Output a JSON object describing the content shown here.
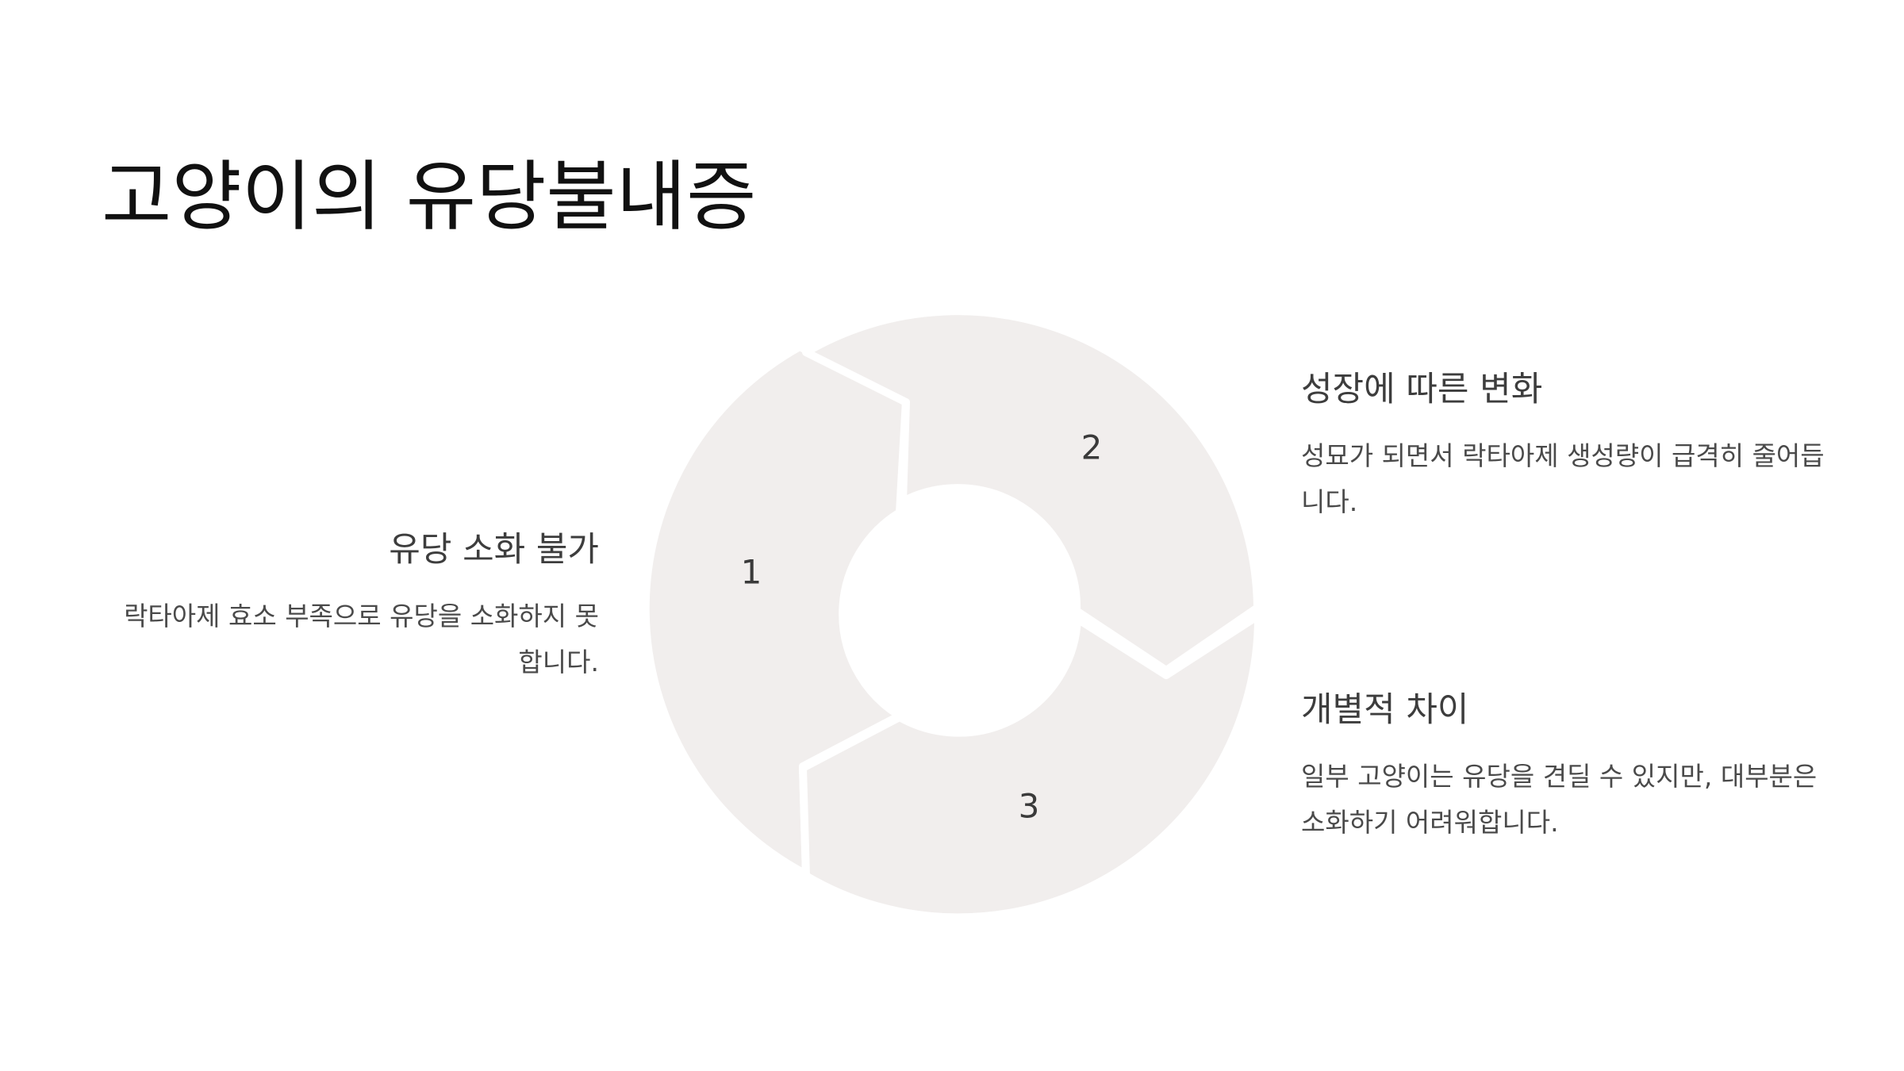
{
  "title": "고양이의 유당불내증",
  "cycle": {
    "segments": [
      {
        "number": "1"
      },
      {
        "number": "2"
      },
      {
        "number": "3"
      }
    ],
    "fill_color": "#f1eeed"
  },
  "items": [
    {
      "heading": "유당 소화 불가",
      "text": "락타아제 효소 부족으로 유당을 소화하지 못합니다."
    },
    {
      "heading": "성장에 따른 변화",
      "text": "성묘가 되면서 락타아제 생성량이 급격히 줄어듭니다."
    },
    {
      "heading": "개별적 차이",
      "text": "일부 고양이는 유당을 견딜 수 있지만, 대부분은 소화하기 어려워합니다."
    }
  ]
}
